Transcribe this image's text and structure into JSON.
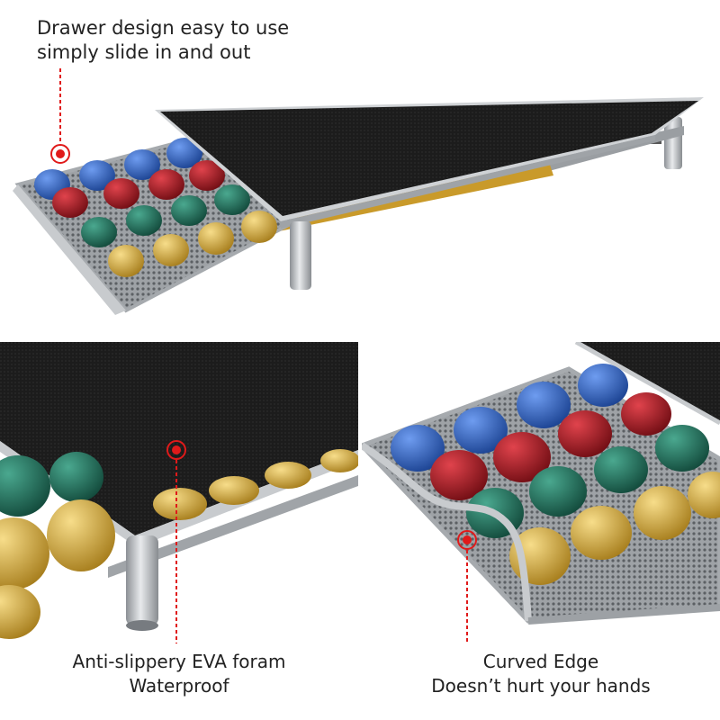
{
  "captions": {
    "top": {
      "line1": "Drawer design easy to use",
      "line2": "simply slide in and out"
    },
    "bottom_left": {
      "line1": "Anti-slippery EVA foram",
      "line2": "Waterproof"
    },
    "bottom_right": {
      "line1": "Curved Edge",
      "line2": "Doesn’t hurt your hands"
    }
  },
  "colors": {
    "marker_red": "#e01a1a",
    "mat_black": "#1e1e1e",
    "frame_silver": "#b9bcc0",
    "capsule_blue": "#2456b8",
    "capsule_red": "#a3121c",
    "capsule_green": "#1f6a57",
    "capsule_gold": "#d6a93a"
  }
}
